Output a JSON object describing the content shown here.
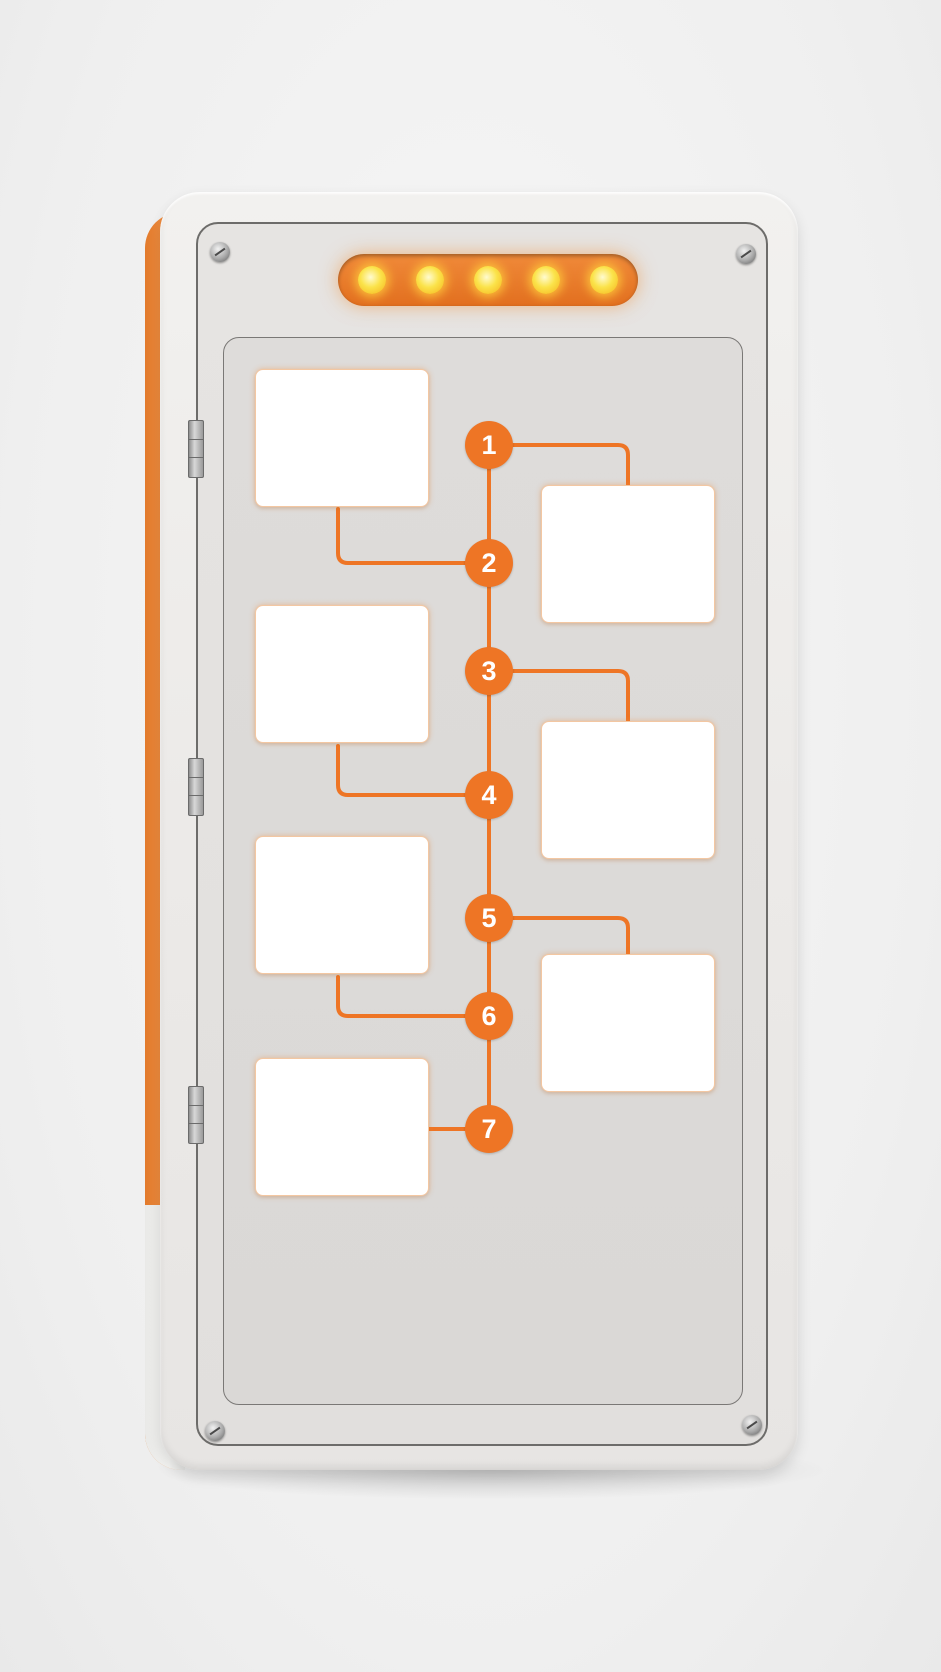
{
  "colors": {
    "accent": "#ee7525",
    "connector": "#ee7525",
    "card": "#ffffff",
    "panel": "#e1dfdd",
    "led": "#fbe34a"
  },
  "led_indicator": {
    "count": 5
  },
  "steps": [
    {
      "label": "1",
      "side": "right"
    },
    {
      "label": "2",
      "side": "left"
    },
    {
      "label": "3",
      "side": "right"
    },
    {
      "label": "4",
      "side": "left"
    },
    {
      "label": "5",
      "side": "right"
    },
    {
      "label": "6",
      "side": "left"
    },
    {
      "label": "7",
      "side": "left"
    }
  ]
}
